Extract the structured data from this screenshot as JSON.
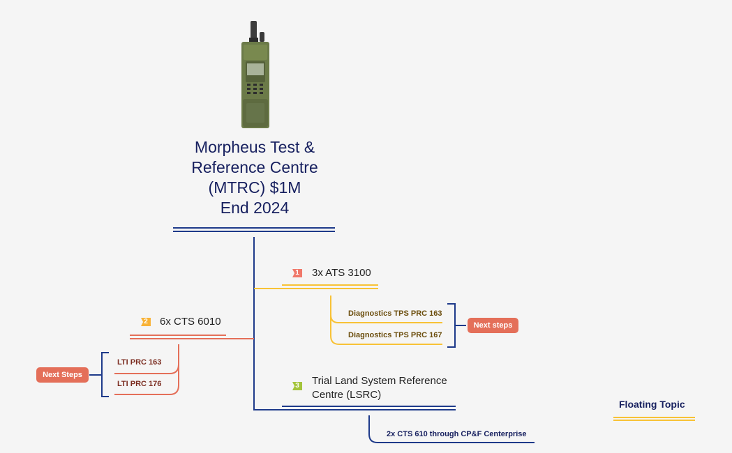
{
  "root": {
    "title_lines": [
      "Morpheus Test &",
      "Reference Centre",
      "(MTRC) $1M",
      "End 2024"
    ],
    "image": "radio-device-image"
  },
  "topics": [
    {
      "number": "1",
      "label": "3x ATS 3100",
      "color": "#f8c236",
      "badge_color": "#f0786a",
      "subtopics": [
        "Diagnostics TPS PRC 163",
        "Diagnostics TPS PRC 167"
      ],
      "summary": "Next steps"
    },
    {
      "number": "2",
      "label": "6x CTS 6010",
      "color": "#e46f59",
      "badge_color": "#f8b236",
      "subtopics": [
        "LTI PRC 163",
        "LTI PRC 176"
      ],
      "summary": "Next Steps"
    },
    {
      "number": "3",
      "label_lines": [
        "Trial Land System Reference",
        "Centre (LSRC)"
      ],
      "color": "#1e3a8a",
      "badge_color": "#a4c43b",
      "subtopics": [
        "2x CTS 610 through CP&F Centerprise"
      ]
    }
  ],
  "floating_topic": "Floating Topic",
  "colors": {
    "navy": "#17205f",
    "orange": "#e46f59",
    "yellow": "#f8c236",
    "blue": "#1e3a8a"
  }
}
